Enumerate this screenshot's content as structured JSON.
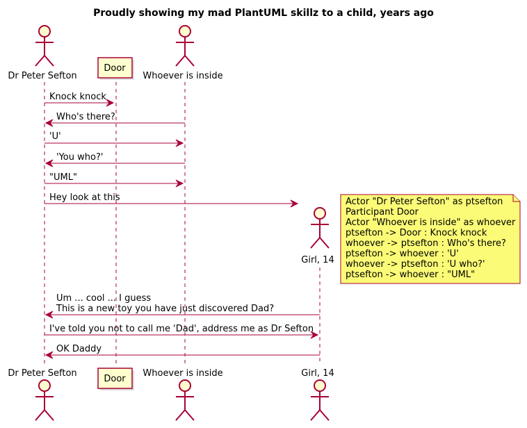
{
  "title": "Proudly showing my mad PlantUML skillz to a child, years ago",
  "participants": {
    "ptsefton": "Dr Peter Sefton",
    "door": "Door",
    "whoever": "Whoever is inside",
    "girl": "Girl, 14"
  },
  "messages": [
    "Knock knock",
    "Who's there?",
    "'U'",
    "'You who?'",
    "\"UML\"",
    "Hey look at this",
    "Um ... cool ... I guess",
    "This is a new toy you have just discovered Dad?",
    "I've told you not to call me 'Dad', address me as Dr Sefton",
    "OK Daddy"
  ],
  "note_lines": [
    "Actor \"Dr Peter Sefton\" as ptsefton",
    "Participant Door",
    "Actor \"Whoever is inside\" as whoever",
    "ptsefton -> Door : Knock knock",
    "whoever -> ptsefton : Who's there?",
    "ptsefton -> whoever : 'U'",
    "whoever -> ptsefton : 'U who?'",
    "ptsefton -> whoever : \"UML\""
  ],
  "colors": {
    "line": "#A80036",
    "participant_fill": "#FEFECE",
    "note_fill": "#FBFB77"
  }
}
